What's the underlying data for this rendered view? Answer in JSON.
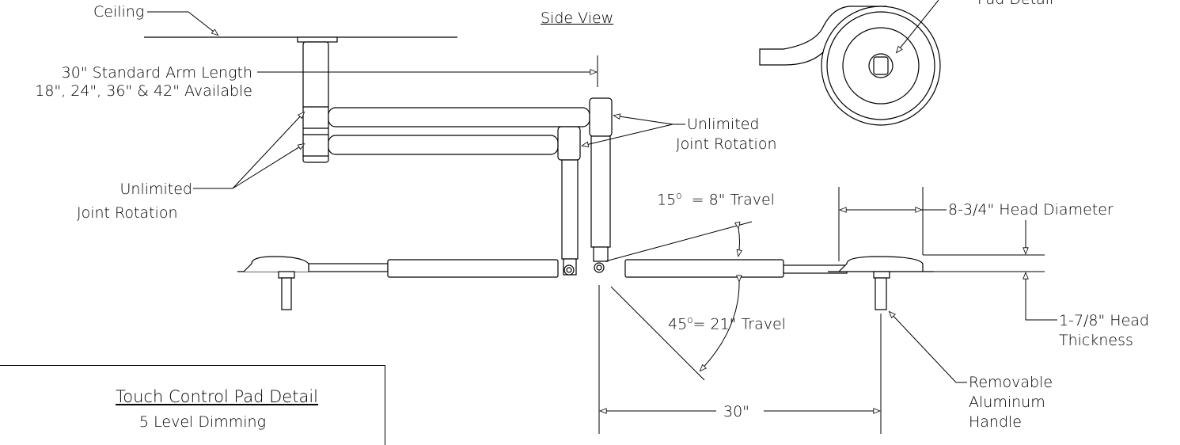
{
  "labels": {
    "ceiling": "Ceiling",
    "side_view": "Side View",
    "pad_detail": "Pad Detail",
    "standard_arm_length": "30\" Standard Arm Length",
    "available_lengths": "18\", 24\", 36\" & 42\" Available",
    "unlimited_right_1": "Unlimited",
    "unlimited_right_2": "Joint Rotation",
    "unlimited_left_1": "Unlimited",
    "unlimited_left_2": "Joint Rotation",
    "travel_15_deg": "15",
    "travel_15_text": "= 8\" Travel",
    "travel_45_deg": "45",
    "travel_45_text": "= 21\" Travel",
    "degree_symbol": "o",
    "head_diameter": "8-3/4\" Head Diameter",
    "head_thickness_1": "1-7/8\" Head",
    "head_thickness_2": "Thickness",
    "handle_1": "Removable",
    "handle_2": "Aluminum",
    "handle_3": "Handle",
    "reach_30": "30\"",
    "touch_pad_title": "Touch Control Pad Detail",
    "touch_pad_subtitle": "5 Level Dimming"
  }
}
